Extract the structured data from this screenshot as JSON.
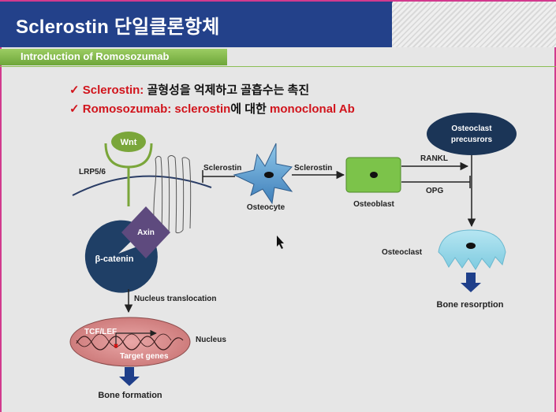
{
  "slide": {
    "title": "Sclerostin 단일클론항체",
    "subtitle": "Introduction of Romosozumab",
    "bullets": [
      {
        "check": "✓",
        "term": "Sclerostin:",
        "desc": " 골형성을 억제하고 골흡수는 촉진"
      },
      {
        "check": "✓",
        "term": "Romosozumab: sclerostin",
        "desc": "에 대한 ",
        "term2": "monoclonal Ab"
      }
    ]
  },
  "diagram": {
    "wnt": "Wnt",
    "lrp": "LRP5/6",
    "axin": "Axin",
    "beta_catenin": "β-catenin",
    "nucleus_translocation": "Nucleus translocation",
    "tcf_lef": "TCF/LEF",
    "target_genes": "Target genes",
    "nucleus": "Nucleus",
    "bone_formation": "Bone formation",
    "sclerostin_1": "Sclerostin",
    "sclerostin_2": "Sclerostin",
    "osteocyte": "Osteocyte",
    "osteoblast": "Osteoblast",
    "rankl": "RANKL",
    "opg": "OPG",
    "osteoclast_precursors_1": "Osteoclast",
    "osteoclast_precursors_2": "precusrors",
    "osteoclast": "Osteoclast",
    "bone_resorption": "Bone resorption"
  },
  "colors": {
    "title_bg": "#23418a",
    "subtitle_bg": "#7cb342",
    "accent_red": "#d1141c",
    "wnt_green": "#7aa63a",
    "axin_purple": "#5e4a7e",
    "catenin_navy": "#1f3f66",
    "nucleus_pink": "#d98f8f",
    "osteocyte_blue": "#5b8dc2",
    "osteoblast_green": "#7cc34a",
    "precursor_navy": "#1b3557",
    "osteoclast_cyan": "#8fd3e6",
    "arrow_navy": "#1f3f8a"
  }
}
